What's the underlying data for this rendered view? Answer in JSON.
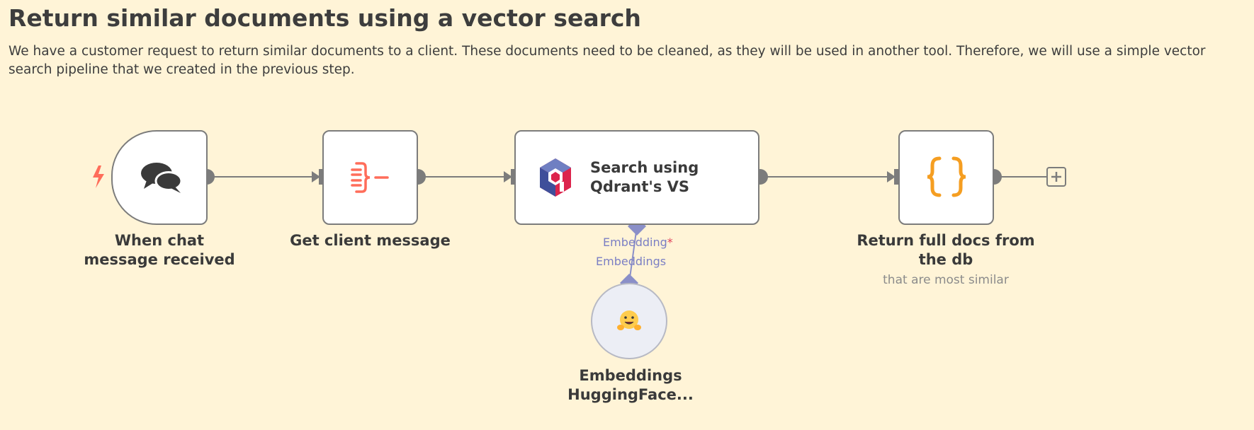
{
  "header": {
    "title": "Return similar documents using a vector search",
    "description": "We have a customer request to return similar documents to a client. These documents need to be cleaned, as they will be used in another tool. Therefore, we will use a simple vector search pipeline that we created in the previous step."
  },
  "nodes": {
    "chat_trigger": {
      "label": "When chat message received",
      "icon": "chat-bubbles-icon"
    },
    "get_client_message": {
      "label": "Get client message",
      "icon": "set-fields-icon"
    },
    "qdrant_search": {
      "label": "Search using Qdrant's VS",
      "icon": "qdrant-logo"
    },
    "return_docs": {
      "label": "Return full docs from the db",
      "subtitle": "that are most similar",
      "icon": "curly-braces-icon"
    },
    "embeddings": {
      "label": "Embeddings HuggingFace...",
      "icon": "hugging-face-icon"
    }
  },
  "ports": {
    "embedding_input": {
      "label": "Embedding",
      "required_mark": "*"
    },
    "embeddings_output": {
      "label": "Embeddings"
    }
  },
  "colors": {
    "canvas_bg": "#fff4d7",
    "connection": "#7c7c7c",
    "ai_port": "#8a8fc8",
    "trigger_bolt": "#ff6d5a",
    "set_icon": "#ff6d5a",
    "code_icon": "#f59e21"
  }
}
